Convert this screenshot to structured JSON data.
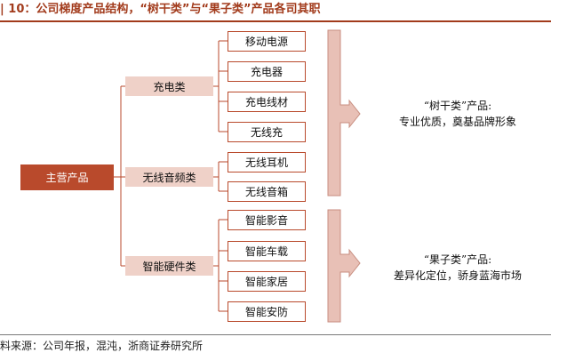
{
  "title": "| 10：公司梯度产品结构，“树干类”与“果子类”产品各司其职",
  "source": "料来源：公司年报，混沌，浙商证券研究所",
  "root": "主营产品",
  "categories": [
    {
      "label": "充电类",
      "items": [
        "移动电源",
        "充电器",
        "充电线材",
        "无线充"
      ]
    },
    {
      "label": "无线音频类",
      "items": [
        "无线耳机",
        "无线音箱"
      ]
    },
    {
      "label": "智能硬件类",
      "items": [
        "智能影音",
        "智能车载",
        "智能家居",
        "智能安防"
      ]
    }
  ],
  "groups": [
    {
      "name": "“树干类”产品:",
      "desc": "专业优质，奠基品牌形象"
    },
    {
      "name": "“果子类”产品:",
      "desc": "差异化定位，骄身蓝海市场"
    }
  ],
  "colors": {
    "accent": "#b94a2c",
    "light": "#efd1c8",
    "arrow": "#e8c0b6"
  }
}
